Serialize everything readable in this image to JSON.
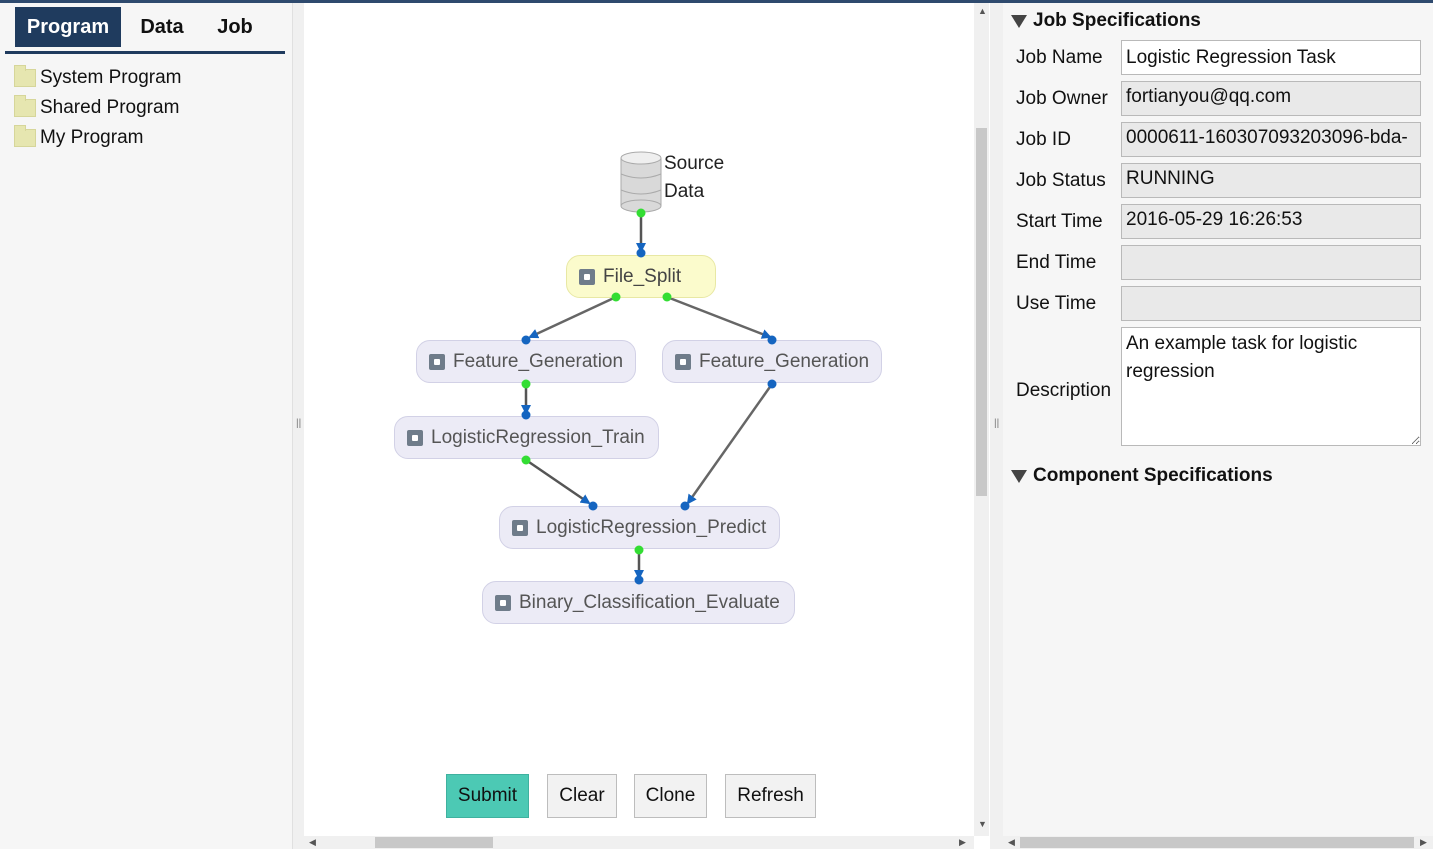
{
  "tabs": [
    {
      "label": "Program"
    },
    {
      "label": "Data"
    },
    {
      "label": "Job"
    }
  ],
  "tree": [
    {
      "label": "System Program"
    },
    {
      "label": "Shared Program"
    },
    {
      "label": "My Program"
    }
  ],
  "workflow": {
    "source": {
      "line1": "Source",
      "line2": "Data"
    },
    "nodes": [
      {
        "label": "File_Split"
      },
      {
        "label": "Feature_Generation"
      },
      {
        "label": "Feature_Generation"
      },
      {
        "label": "LogisticRegression_Train"
      },
      {
        "label": "LogisticRegression_Predict"
      },
      {
        "label": "Binary_Classification_Evaluate"
      }
    ]
  },
  "buttons": {
    "submit": "Submit",
    "clear": "Clear",
    "clone": "Clone",
    "refresh": "Refresh"
  },
  "job_spec": {
    "title": "Job Specifications",
    "fields": [
      {
        "label": "Job Name",
        "value": "Logistic Regression Task"
      },
      {
        "label": "Job Owner",
        "value": "fortianyou@qq.com"
      },
      {
        "label": "Job ID",
        "value": "0000611-160307093203096-bda-"
      },
      {
        "label": "Job Status",
        "value": "RUNNING"
      },
      {
        "label": "Start Time",
        "value": "2016-05-29 16:26:53"
      },
      {
        "label": "End Time",
        "value": ""
      },
      {
        "label": "Use Time",
        "value": ""
      },
      {
        "label": "Description",
        "value": "An example task for logistic regression"
      }
    ]
  },
  "component_spec": {
    "title": "Component Specifications"
  },
  "colors": {
    "accent": "#1f3b5e",
    "submit": "#4cc9b4",
    "selected_node": "#fbfbcc",
    "node": "#ecebf6",
    "port_in": "#1565c0",
    "port_out": "#33dd33"
  },
  "icons": [
    "folder-icon",
    "database-icon",
    "component-icon",
    "collapse-triangle-icon",
    "scroll-arrow-icon"
  ]
}
